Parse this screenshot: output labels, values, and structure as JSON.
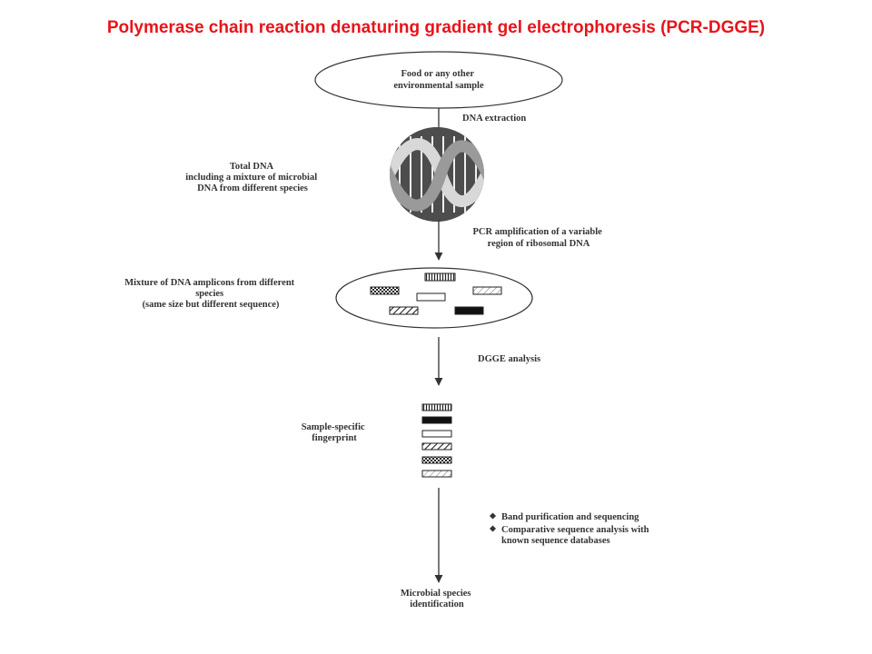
{
  "title": "Polymerase chain reaction denaturing gradient gel electrophoresis (PCR-DGGE)",
  "sample": [
    "Food or any other",
    "environmental sample"
  ],
  "dna_extraction": "DNA extraction",
  "total_dna": [
    "Total DNA",
    "including a mixture of microbial",
    "DNA from different species"
  ],
  "pcr": [
    "PCR amplification of a variable",
    "region of ribosomal DNA"
  ],
  "amplicons": [
    "Mixture of DNA amplicons from different",
    "species",
    "(same size but different sequence)"
  ],
  "dgge": "DGGE analysis",
  "fingerprint": [
    "Sample-specific",
    "fingerprint"
  ],
  "bullets": [
    [
      "Band purification and sequencing"
    ],
    [
      "Comparative sequence analysis with",
      "known sequence databases"
    ]
  ],
  "identification": [
    "Microbial species",
    "identification"
  ]
}
